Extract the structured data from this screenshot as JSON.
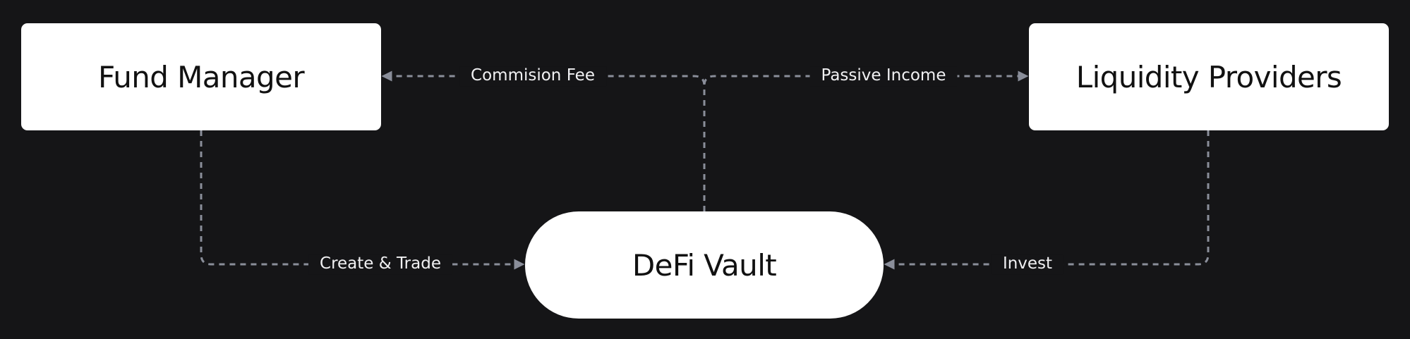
{
  "colors": {
    "background": "#151517",
    "node_fill": "#ffffff",
    "node_text": "#111111",
    "connector": "#8a8e9a",
    "label_text": "#f1f1f3"
  },
  "nodes": {
    "fund_manager": "Fund Manager",
    "liquidity_providers": "Liquidity Providers",
    "defi_vault": "DeFi Vault"
  },
  "edges": {
    "commission_fee": "Commision Fee",
    "passive_income": "Passive Income",
    "create_trade": "Create & Trade",
    "invest": "Invest"
  }
}
